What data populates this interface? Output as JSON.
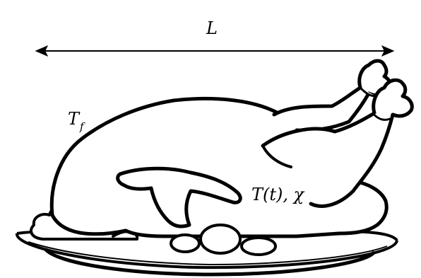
{
  "labels": {
    "length": "L",
    "fluid_temp_main": "T",
    "fluid_temp_sub": "f",
    "body_temp": "T(t),  χ"
  },
  "colors": {
    "stroke": "#000000",
    "fill": "#ffffff"
  }
}
